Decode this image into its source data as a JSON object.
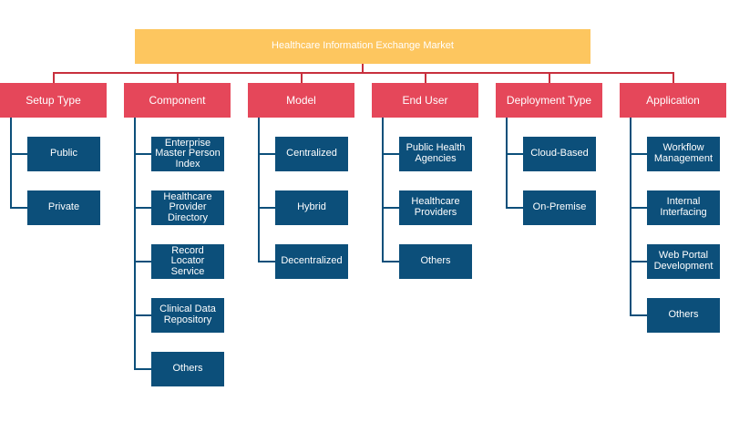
{
  "colors": {
    "root_fill": "#fdc65f",
    "category_fill": "#e5475a",
    "leaf_fill": "#0c4f7a",
    "root_connector": "#c8303e",
    "leaf_connector": "#0c4f7a"
  },
  "root": {
    "label": "Healthcare Information Exchange Market"
  },
  "categories": [
    {
      "label": "Setup Type",
      "items": [
        "Public",
        "Private"
      ]
    },
    {
      "label": "Component",
      "items": [
        "Enterprise Master Person Index",
        "Healthcare Provider Directory",
        "Record Locator Service",
        "Clinical Data Repository",
        "Others"
      ]
    },
    {
      "label": "Model",
      "items": [
        "Centralized",
        "Hybrid",
        "Decentralized"
      ]
    },
    {
      "label": "End User",
      "items": [
        "Public Health Agencies",
        "Healthcare Providers",
        "Others"
      ]
    },
    {
      "label": "Deployment Type",
      "items": [
        "Cloud-Based",
        "On-Premise"
      ]
    },
    {
      "label": "Application",
      "items": [
        "Workflow Management",
        "Internal Interfacing",
        "Web Portal Development",
        "Others"
      ]
    }
  ]
}
